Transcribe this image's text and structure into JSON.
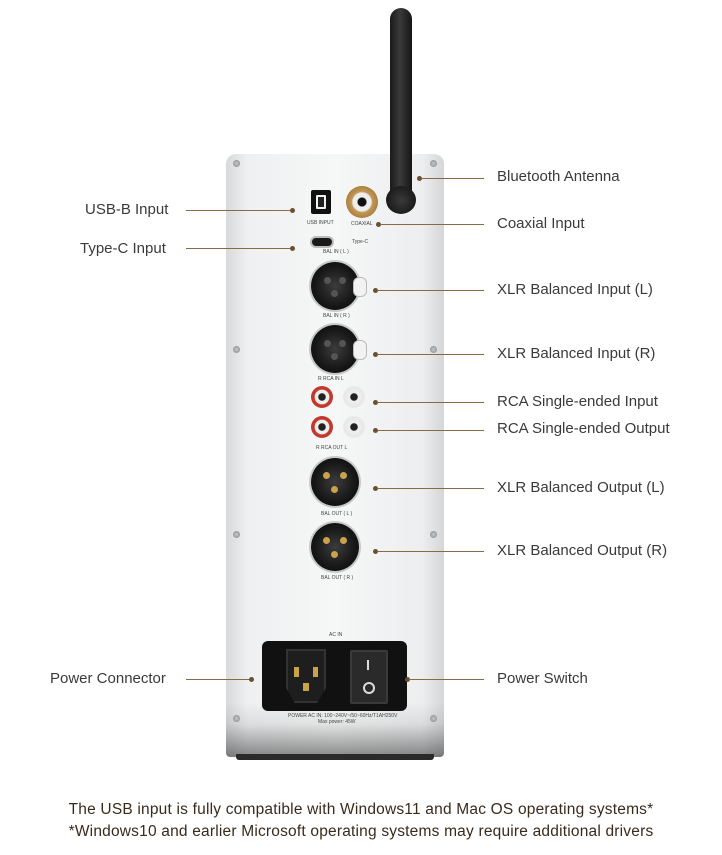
{
  "callouts": {
    "bluetooth_antenna": "Bluetooth Antenna",
    "coaxial_input": "Coaxial Input",
    "usb_b_input": "USB-B Input",
    "type_c_input": "Type-C Input",
    "xlr_in_l": "XLR Balanced Input (L)",
    "xlr_in_r": "XLR Balanced Input (R)",
    "rca_in": "RCA Single-ended Input",
    "rca_out": "RCA Single-ended Output",
    "xlr_out_l": "XLR Balanced Output (L)",
    "xlr_out_r": "XLR Balanced Output (R)",
    "power_connector": "Power Connector",
    "power_switch": "Power Switch"
  },
  "panel_labels": {
    "usb_input": "USB INPUT",
    "coaxial": "COAXIAL",
    "type_c": "Type-C",
    "bal_in_l": "BAL IN ( L )",
    "bal_in_r": "BAL IN ( R )",
    "rca_in": "R    RCA IN    L",
    "rca_out": "R    RCA OUT    L",
    "bal_out_l": "BAL OUT ( L )",
    "bal_out_r": "BAL OUT ( R )",
    "ac_in": "AC IN",
    "power_spec_1": "POWER AC IN: 100~240V~/50~60Hz/T1AH250V",
    "power_spec_2": "Max power: 45W"
  },
  "footnote": {
    "line1": "The USB input is fully compatible with Windows11 and Mac OS operating systems*",
    "line2": "*Windows10 and earlier Microsoft operating systems may require additional drivers"
  },
  "colors": {
    "leader": "#8a6a44",
    "footnote_text": "#3a2a1c",
    "label_text": "#3a3a3a"
  }
}
